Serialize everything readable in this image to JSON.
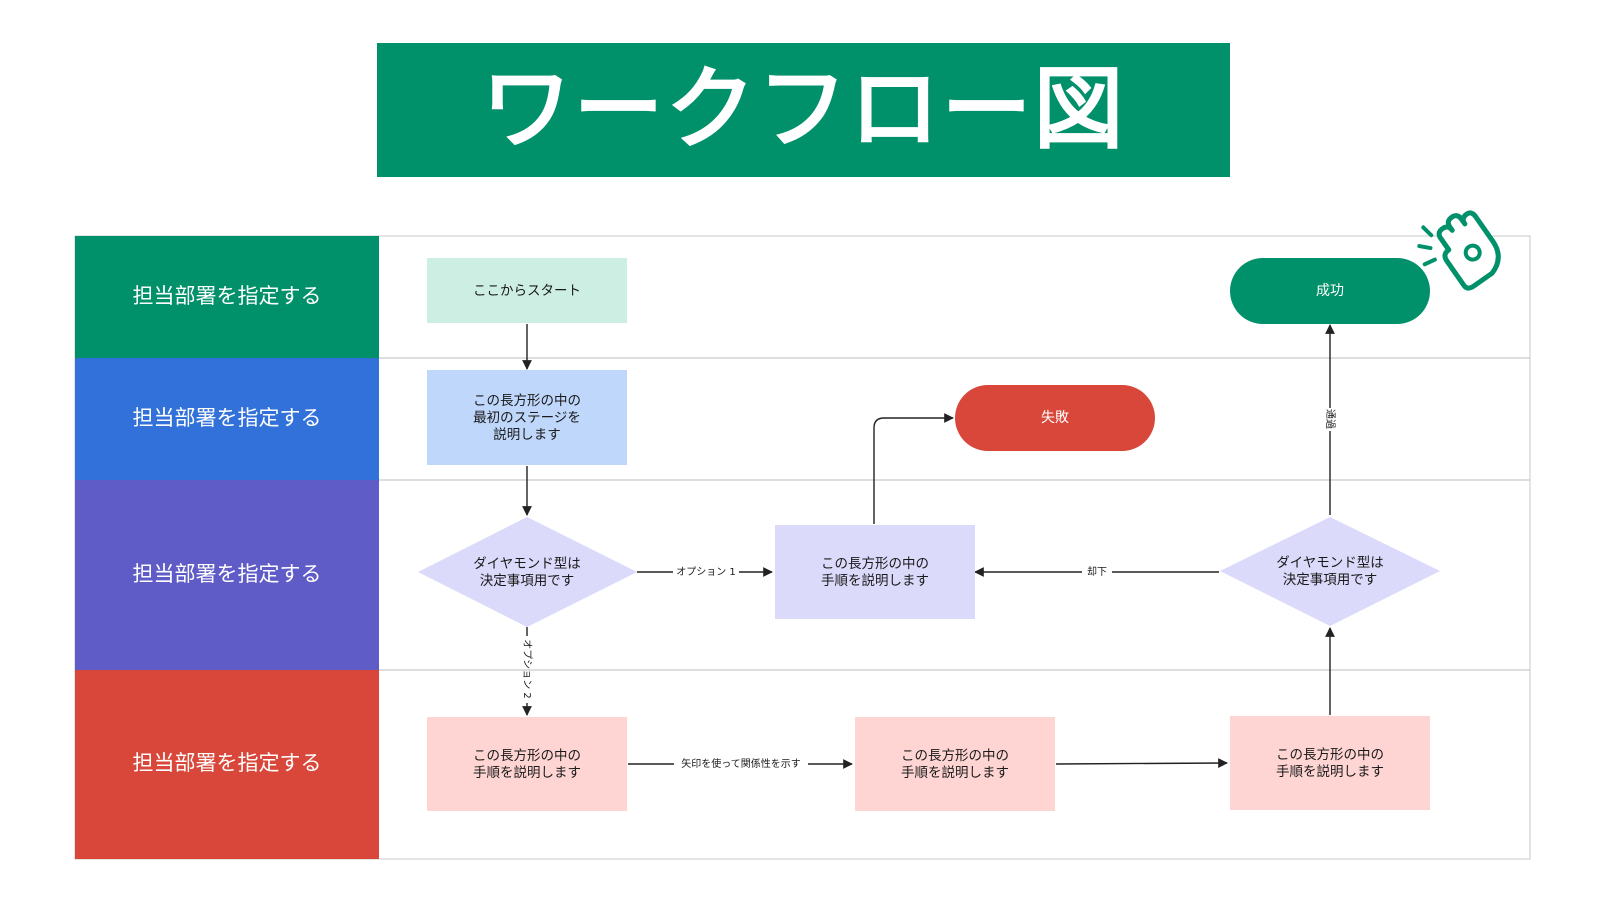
{
  "title": "ワークフロー図",
  "colors": {
    "title_bg": "#00906a",
    "lane1": "#00906a",
    "lane2": "#3171d9",
    "lane3": "#5f5cc7",
    "lane4": "#d8473a",
    "start_fill": "#cdeee3",
    "stage_fill": "#bfd7fb",
    "decision_fill": "#dcdafb",
    "step_fill": "#ffd5d3",
    "success_fill": "#00906a",
    "fail_fill": "#d8473a"
  },
  "lanes": [
    {
      "label": "担当部署を指定する"
    },
    {
      "label": "担当部署を指定する"
    },
    {
      "label": "担当部署を指定する"
    },
    {
      "label": "担当部署を指定する"
    }
  ],
  "nodes": {
    "start": {
      "text": "ここからスタート"
    },
    "first_stage": {
      "lines": [
        "この長方形の中の",
        "最初のステージを",
        "説明します"
      ]
    },
    "decision1": {
      "lines": [
        "ダイヤモンド型は",
        "決定事項用です"
      ]
    },
    "step_mid": {
      "lines": [
        "この長方形の中の",
        "手順を説明します"
      ]
    },
    "fail": {
      "text": "失敗"
    },
    "decision2": {
      "lines": [
        "ダイヤモンド型は",
        "決定事項用です"
      ]
    },
    "success": {
      "text": "成功"
    },
    "step_a": {
      "lines": [
        "この長方形の中の",
        "手順を説明します"
      ]
    },
    "step_b": {
      "lines": [
        "この長方形の中の",
        "手順を説明します"
      ]
    },
    "step_c": {
      "lines": [
        "この長方形の中の",
        "手順を説明します"
      ]
    }
  },
  "edge_labels": {
    "option1": "オプション 1",
    "option2": "オプション 2",
    "reject": "却下",
    "pass": "通過",
    "arrows": "矢印を使って関係性を示す"
  },
  "icons": {
    "decoration": "waving-hand-icon"
  }
}
